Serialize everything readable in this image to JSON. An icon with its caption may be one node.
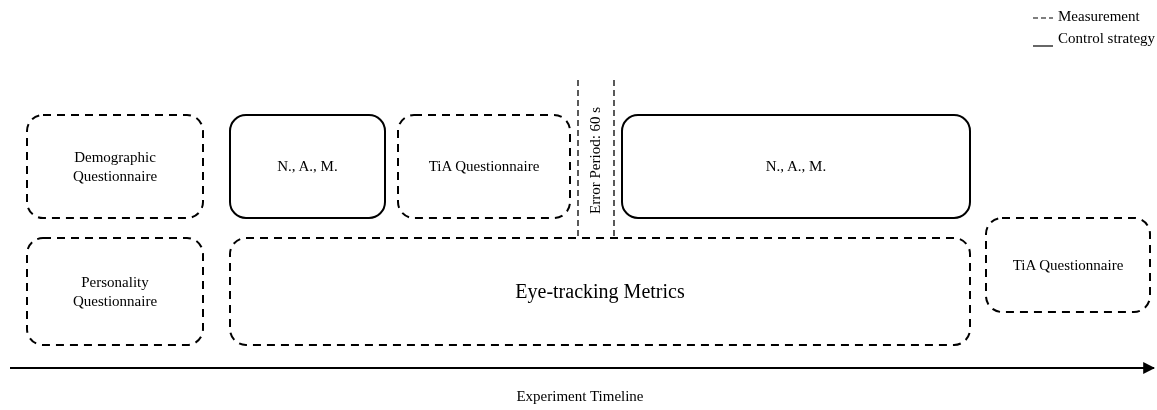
{
  "diagram": {
    "nodes": [
      {
        "text": [
          "Demographic Questionnaire"
        ]
      },
      {
        "text": [
          "N., A., M."
        ]
      },
      {
        "text": [
          "TiA Questionnaire"
        ]
      },
      {
        "text": [
          "Error Period: 60 s"
        ]
      },
      {
        "text": [
          "N., A., M."
        ]
      },
      {
        "text": [
          "TiA Questionnaire"
        ]
      },
      {
        "text": [
          "Personality Questionnaire"
        ]
      },
      {
        "text": [
          "Eye-tracking Metrics"
        ]
      }
    ],
    "edges": [],
    "labels": [
      "Experiment Timeline"
    ],
    "legend": [
      {
        "text": "Measurement"
      },
      {
        "text": "Control strategy"
      }
    ]
  }
}
